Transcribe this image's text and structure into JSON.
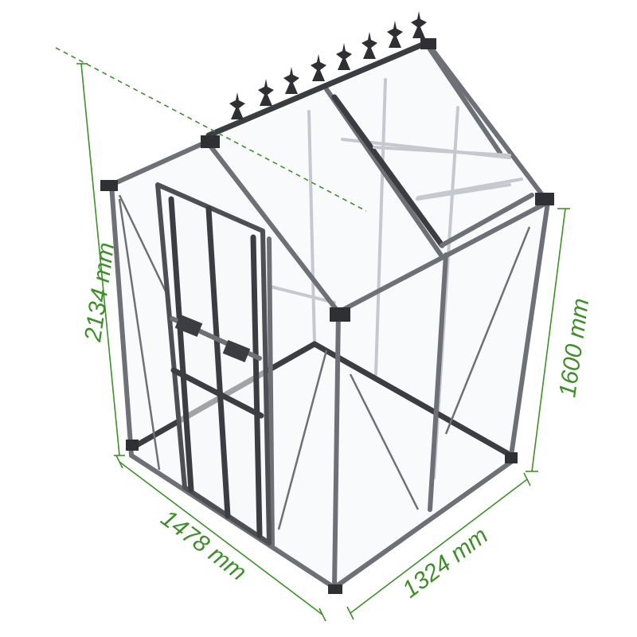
{
  "dimensions": {
    "height_total": "2134 mm",
    "height_eaves": "1600 mm",
    "width": "1478 mm",
    "depth": "1324 mm"
  },
  "colors": {
    "dimension": "#3f8f2a",
    "frame": "#6d7076",
    "frame_dark": "#3b3d42",
    "glass": "#eef2f7"
  },
  "icons": {
    "ridge_finial": "fleur-de-lis-finial",
    "door_handle": "ornate-handle"
  }
}
